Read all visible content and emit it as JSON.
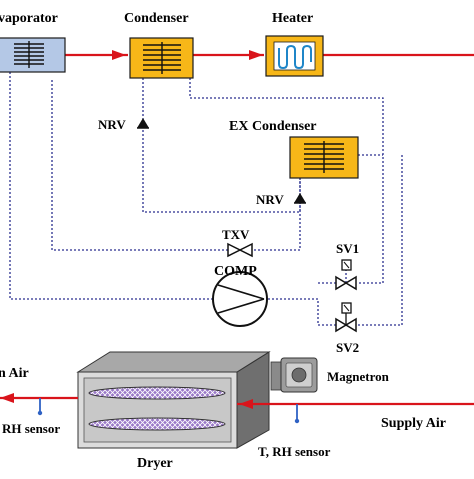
{
  "labels": {
    "evaporator": "vaporator",
    "condenser": "Condenser",
    "heater": "Heater",
    "nrv_1": "NRV",
    "nrv_2": "NRV",
    "ex_condenser": "EX Condenser",
    "txv": "TXV",
    "comp": "COMP",
    "sv1": "SV1",
    "sv2": "SV2",
    "exhaust_air": "n Air",
    "magnetron": "Magnetron",
    "rh_sensor_left": "RH sensor",
    "supply_air": "Supply Air",
    "t_rh_sensor": "T, RH sensor",
    "dryer": "Dryer"
  },
  "colors": {
    "air_line": "#d9141b",
    "refrigerant_line": "#2a2f8f",
    "sensor_probe": "#2f62c4",
    "condenser_fill": "#f7b718",
    "evaporator_fill": "#b4c8e6",
    "heater_fill": "#f7b718",
    "heater_coil": "#1f86c8",
    "dryer_front": "#dcdcdc",
    "dryer_side": "#6f6f6f",
    "tray_fill": "#9a78c8"
  },
  "icons": {
    "nrv": "check-valve-triangle",
    "txv": "bowtie-valve",
    "sv": "solenoid-valve",
    "comp": "compressor-circle",
    "magnetron": "magnetron-device"
  }
}
